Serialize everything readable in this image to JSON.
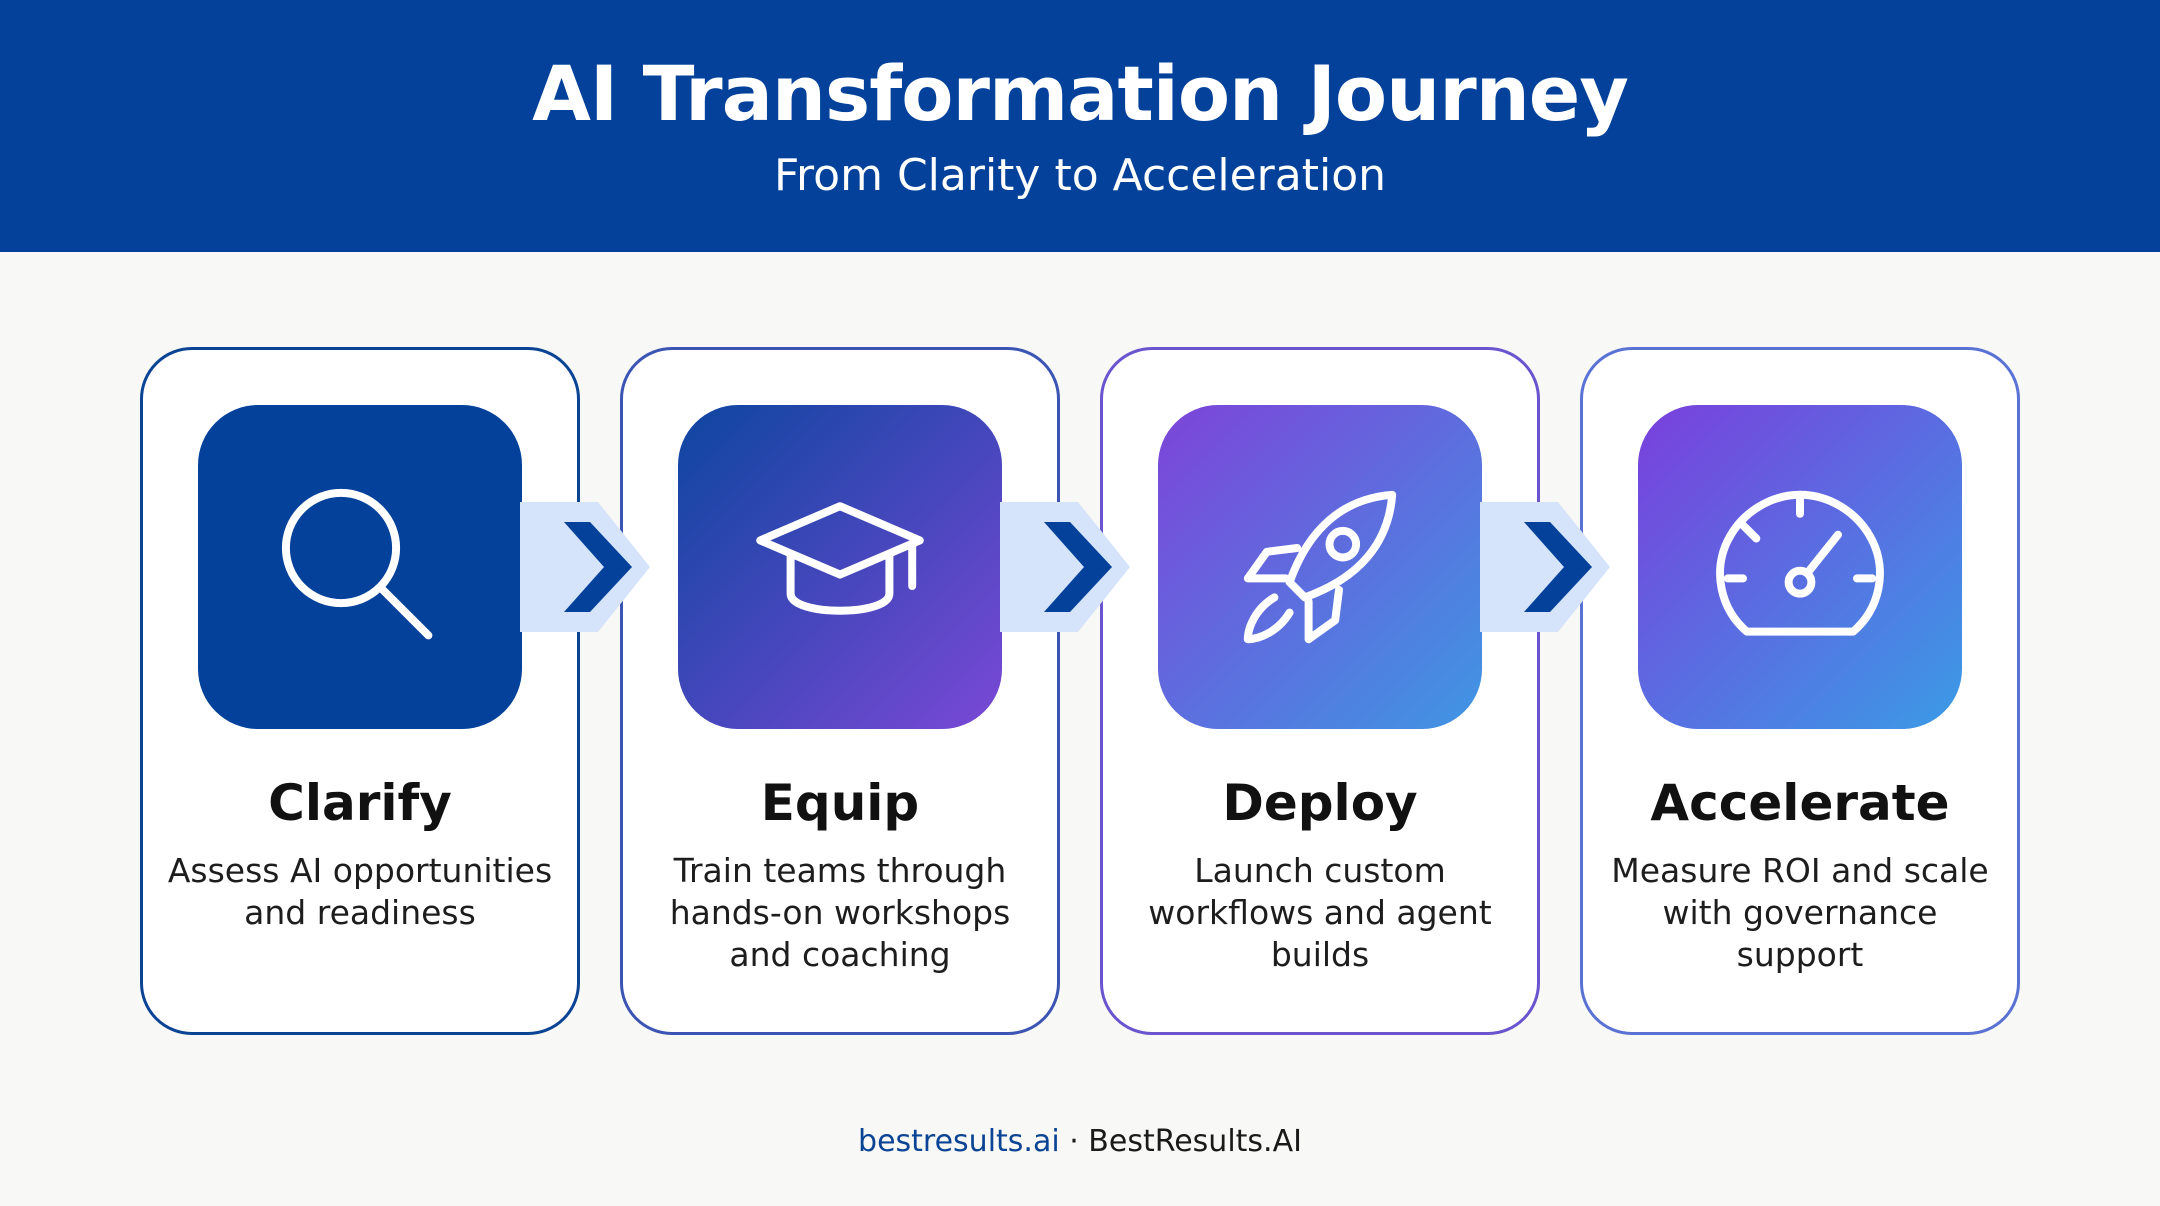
{
  "header": {
    "title": "AI Transformation Journey",
    "subtitle": "From Clarity to Acceleration"
  },
  "steps": [
    {
      "title": "Clarify",
      "description": "Assess AI opportunities and readiness",
      "icon": "magnifying-glass-icon",
      "gradient": [
        "#04419a",
        "#04419a"
      ]
    },
    {
      "title": "Equip",
      "description": "Train teams through hands-on workshops and coaching",
      "icon": "graduation-cap-icon",
      "gradient": [
        "#0d46a0",
        "#7a48d6"
      ]
    },
    {
      "title": "Deploy",
      "description": "Launch custom workflows and agent builds",
      "icon": "rocket-icon",
      "gradient": [
        "#7d44d9",
        "#3f96e3"
      ]
    },
    {
      "title": "Accelerate",
      "description": "Measure ROI and scale with governance support",
      "icon": "speedometer-icon",
      "gradient": [
        "#7a3fdc",
        "#3a9be6"
      ]
    }
  ],
  "footer": {
    "domain": "bestresults.ai",
    "separator": " · ",
    "brand": "BestResults.AI"
  },
  "colors": {
    "header_bg": "#04419a",
    "arrow_light": "#d6e4fb",
    "arrow_dark": "#04419a"
  }
}
